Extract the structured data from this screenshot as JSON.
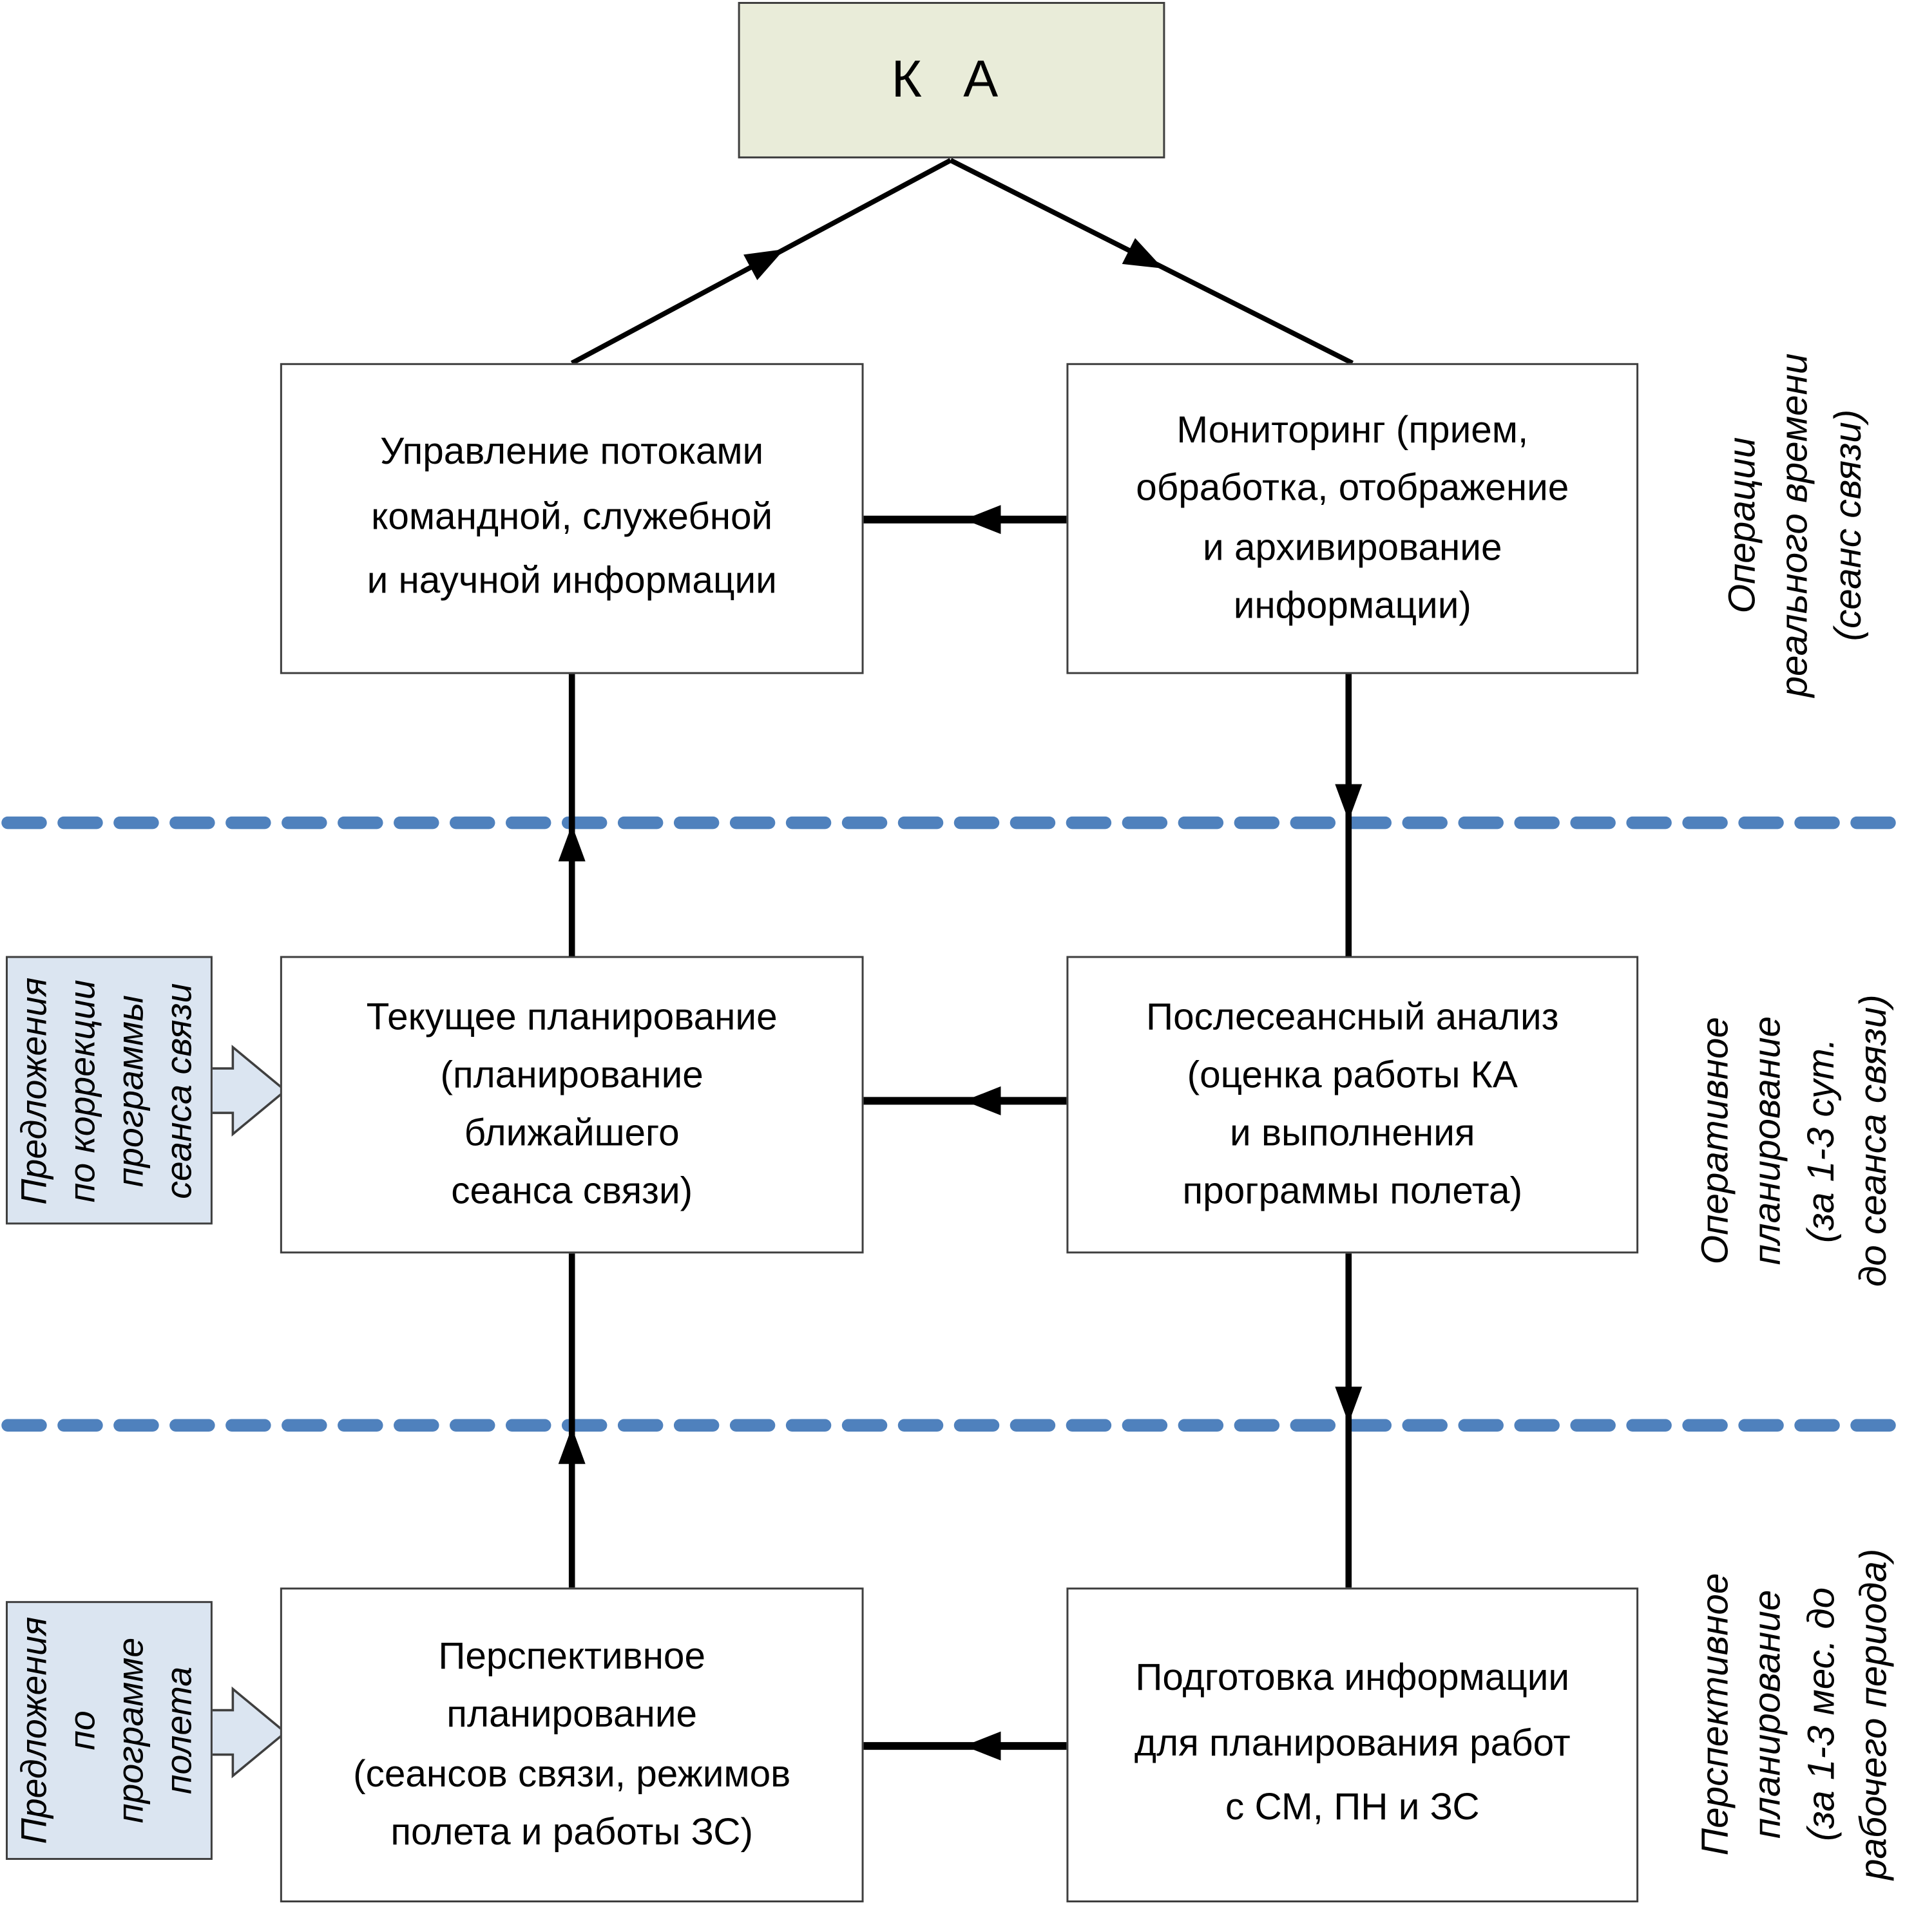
{
  "colors": {
    "ka_fill": "#e9ecd9",
    "callout_fill": "#dbe5f1",
    "dash_color": "#4f81bd",
    "line_color": "#000000",
    "border_color": "#3f3f3f"
  },
  "boxes": {
    "ka": "К А",
    "flow_control": "Управление потоками\nкомандной, служебной\nи научной информации",
    "monitoring": "Мониторинг (прием,\nобработка, отображение\nи архивирование\nинформации)",
    "current_planning": "Текущее планирование\n(планирование\nближайшего\nсеанса связи)",
    "post_session_analysis": "Послесеансный анализ\n(оценка работы КА\nи выполнения\nпрограммы полета)",
    "longterm_planning": "Перспективное\nпланирование\n(сеансов связи, режимов\nполета и работы ЗС)",
    "info_preparation": "Подготовка информации\nдля планирования работ\nс СМ, ПН и ЗС"
  },
  "callouts": {
    "session_correction": "Предложения\nпо коррекции\nпрограммы\nсеанса связи",
    "flight_program": "Предложения\nпо программе\nполета"
  },
  "side_labels": {
    "realtime": "Операции\nреального времени\n(сеанс связи)",
    "operational": "Оперативное\nпланирование\n(за 1-3 сут.\nдо сеанса связи)",
    "longterm": "Перспективное\nпланирование\n(за 1-3 мес. до\nрабочего периода)"
  }
}
